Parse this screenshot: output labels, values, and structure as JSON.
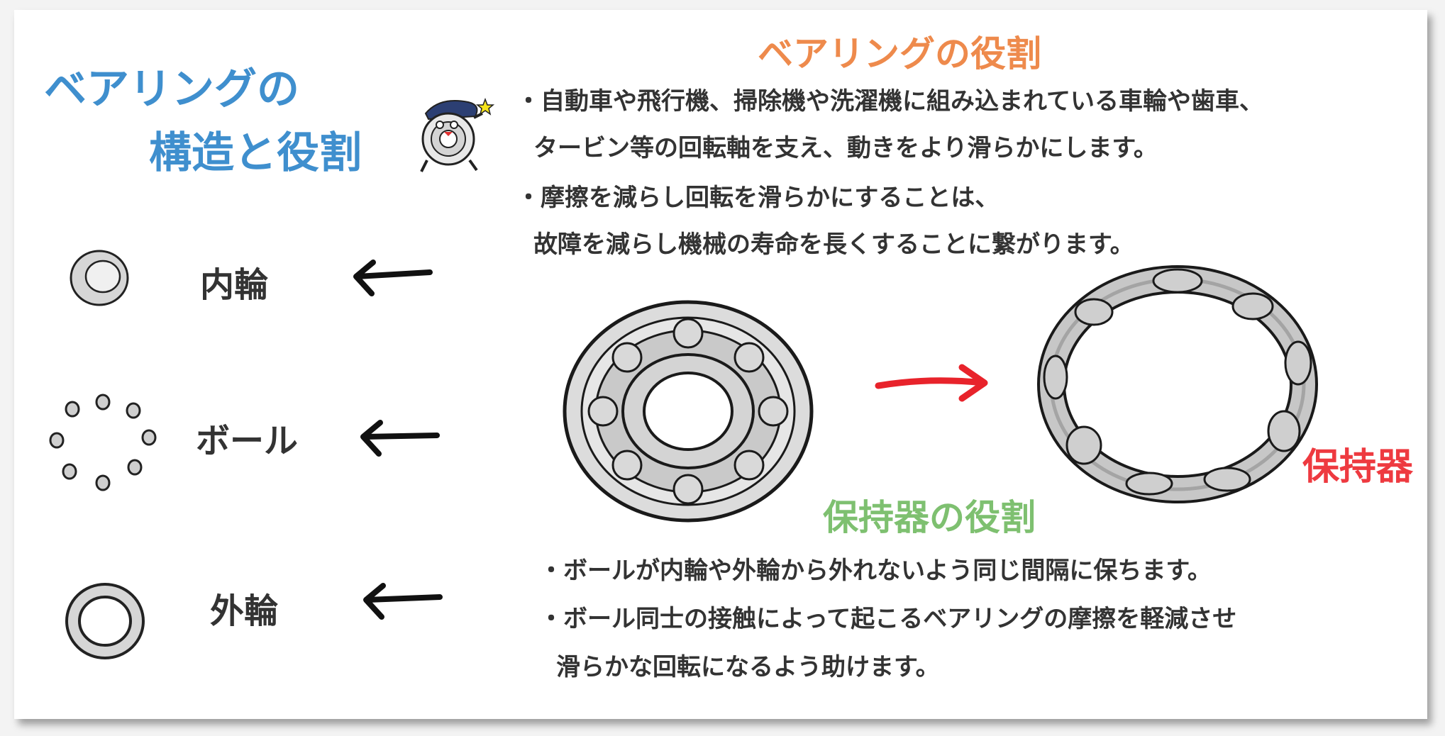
{
  "titles": {
    "left_line1": "ベアリングの",
    "left_line2": "構造と役割",
    "bearing_role": "ベアリングの役割",
    "retainer_role": "保持器の役割",
    "retainer_label": "保持器"
  },
  "parts": {
    "inner_ring": "内輪",
    "ball": "ボール",
    "outer_ring": "外輪"
  },
  "bearing_role_text": {
    "line1": "・自動車や飛行機、掃除機や洗濯機に組み込まれている車輪や歯車、",
    "line2": "タービン等の回転軸を支え、動きをより滑らかにします。",
    "line3": "・摩擦を減らし回転を滑らかにすることは、",
    "line4": "故障を減らし機械の寿命を長くすることに繋がります。"
  },
  "retainer_role_text": {
    "line1": "・ボールが内輪や外輪から外れないよう同じ間隔に保ちます。",
    "line2": "・ボール同士の接触によって起こるベアリングの摩擦を軽減させ",
    "line3": "滑らかな回転になるよう助けます。"
  },
  "colors": {
    "blue_title": "#3f8fce",
    "orange_title": "#ee8a4c",
    "green_title": "#7ec070",
    "red_label": "#ee3a40",
    "red_arrow": "#e8232b"
  },
  "icons": [
    "mascot-bearing-icon",
    "inner-ring-icon",
    "balls-icon",
    "outer-ring-icon",
    "arrow-left-icon",
    "bearing-illustration",
    "arrow-right-red-icon",
    "retainer-cage-illustration"
  ]
}
